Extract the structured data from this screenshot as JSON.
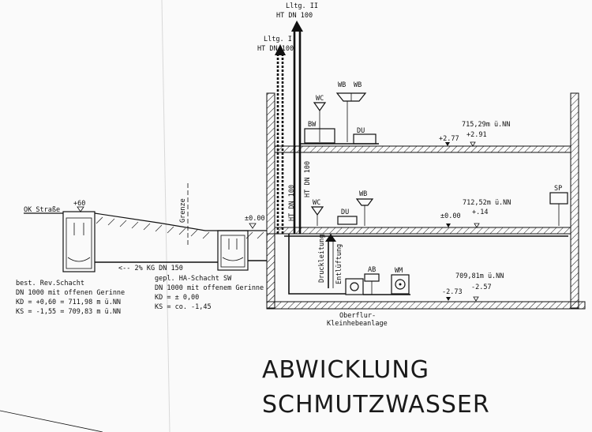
{
  "labels": {
    "riser2_line1": "Lltg. II",
    "riser2_line2": "HT DN 100",
    "riser1_line1": "Lltg. I",
    "riser1_line2": "HT DN 100",
    "fixture_wc_upper": "WC",
    "fixture_wb_upper_1": "WB",
    "fixture_wb_upper_2": "WB",
    "fixture_bw": "BW",
    "fixture_du_upper": "DU",
    "level_upper": "715,29m ü.NN",
    "upper_rel_1": "+2.77",
    "upper_rel_2": "+2.91",
    "vert_ht_1": "HT DN 100",
    "vert_ht_2": "HT DN 100",
    "fixture_wb_ground": "WB",
    "fixture_sp": "SP",
    "level_ground": "712,52m ü.NN",
    "ground_rel_1": "±0.00",
    "ground_rel_2": "+.14",
    "fixture_wc_ground": "WC",
    "fixture_du_ground": "DU",
    "ok_strasse": "OK Straße",
    "street_plus": "+60",
    "grenze": "Grenze",
    "boundary_zero": "±0.00",
    "pipe_slope": "<-- 2% KG DN 150",
    "druckleitung": "Druckleitung",
    "entlueftung": "Entlüftung",
    "fixture_ab": "AB",
    "fixture_wm": "WM",
    "level_basement": "709,81m ü.NN",
    "basement_rel_1": "-2.73",
    "basement_rel_2": "-2.57",
    "oberflur_1": "Oberflur-",
    "oberflur_2": "Kleinhebeanlage",
    "bestand_1": "best. Rev.Schacht",
    "bestand_2": "DN 1000 mit offenen Gerinne",
    "bestand_3": "KD = +0,60 = 711,98 m ü.NN",
    "bestand_4": "KS = -1,55 = 709,83 m ü.NN",
    "geplant_1": "gepl. HA-Schacht SW",
    "geplant_2": "DN 1000 mit offenem Gerinne",
    "geplant_3": "KD = ± 0,00",
    "geplant_4": "KS = co. -1,45",
    "title_1": "ABWICKLUNG",
    "title_2": "SCHMUTZWASSER"
  }
}
